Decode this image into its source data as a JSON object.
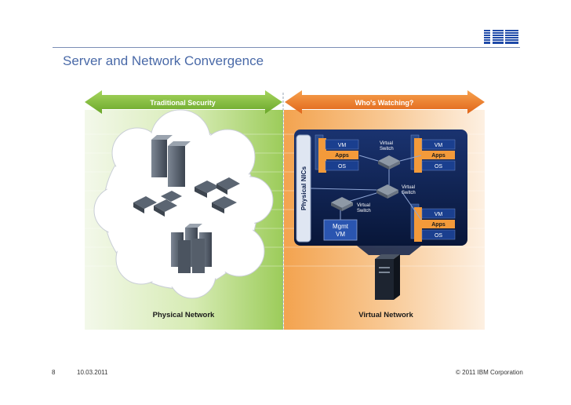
{
  "header": {
    "title": "Server and Network Convergence",
    "logo_text": "IBM"
  },
  "diagram": {
    "left_banner": "Traditional Security",
    "right_banner": "Who's Watching?",
    "left_caption": "Physical Network",
    "right_caption": "Virtual Network",
    "physical_nics": "Physical NICs",
    "vm_label": "VM",
    "apps_label": "Apps",
    "os_label": "OS",
    "virtual_label": "Virtual",
    "switch_label": "Switch",
    "mgmt_label": "Mgmt",
    "mgmt_vm_label": "VM"
  },
  "footer": {
    "page_number": "8",
    "date": "10.03.2011",
    "copyright": "© 2011 IBM Corporation"
  },
  "colors": {
    "green": "#8cc63f",
    "orange": "#f07f22",
    "navy": "#0b1e4a",
    "title_blue": "#4a6aa8"
  }
}
